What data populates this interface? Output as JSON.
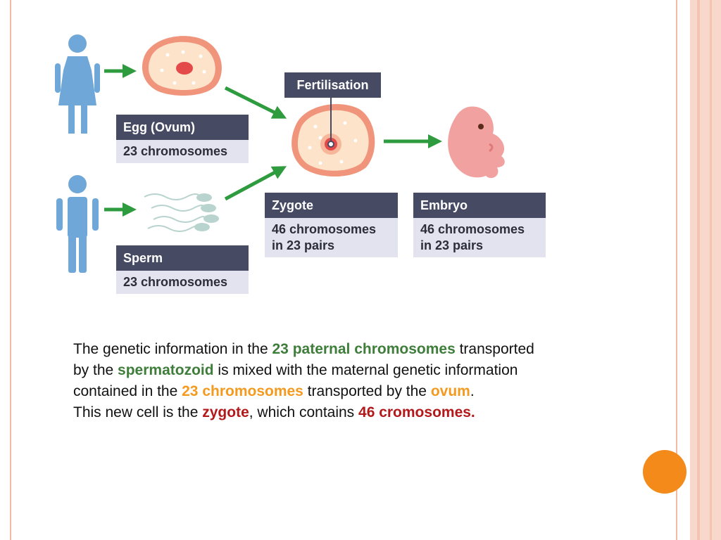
{
  "diagram": {
    "fertilisation_label": "Fertilisation",
    "egg": {
      "title": "Egg (Ovum)",
      "detail": "23 chromosomes"
    },
    "sperm": {
      "title": "Sperm",
      "detail": "23 chromosomes"
    },
    "zygote": {
      "title": "Zygote",
      "detail_line1": "46 chromosomes",
      "detail_line2": "in 23 pairs"
    },
    "embryo": {
      "title": "Embryo",
      "detail_line1": "46 chromosomes",
      "detail_line2": "in 23 pairs"
    },
    "colors": {
      "person": "#6fa8d8",
      "arrow": "#2e9b3f",
      "cell": "#f0957b",
      "label_head": "#464a63",
      "label_body": "#e2e3ee"
    }
  },
  "caption": {
    "l1_a": "The genetic information in the ",
    "l1_b": "23 paternal chromosomes",
    "l1_c": " transported",
    "l2_a": "by the ",
    "l2_b": "spermatozoid",
    "l2_c": " is mixed with the maternal genetic information",
    "l3_a": "contained in the ",
    "l3_b": "23 chromosomes",
    "l3_c": " transported by the ",
    "l3_d": "ovum",
    "l3_e": ".",
    "l4_a": "This new cell is the ",
    "l4_b": "zygote",
    "l4_c": ", which contains ",
    "l4_d": "46 cromosomes."
  }
}
